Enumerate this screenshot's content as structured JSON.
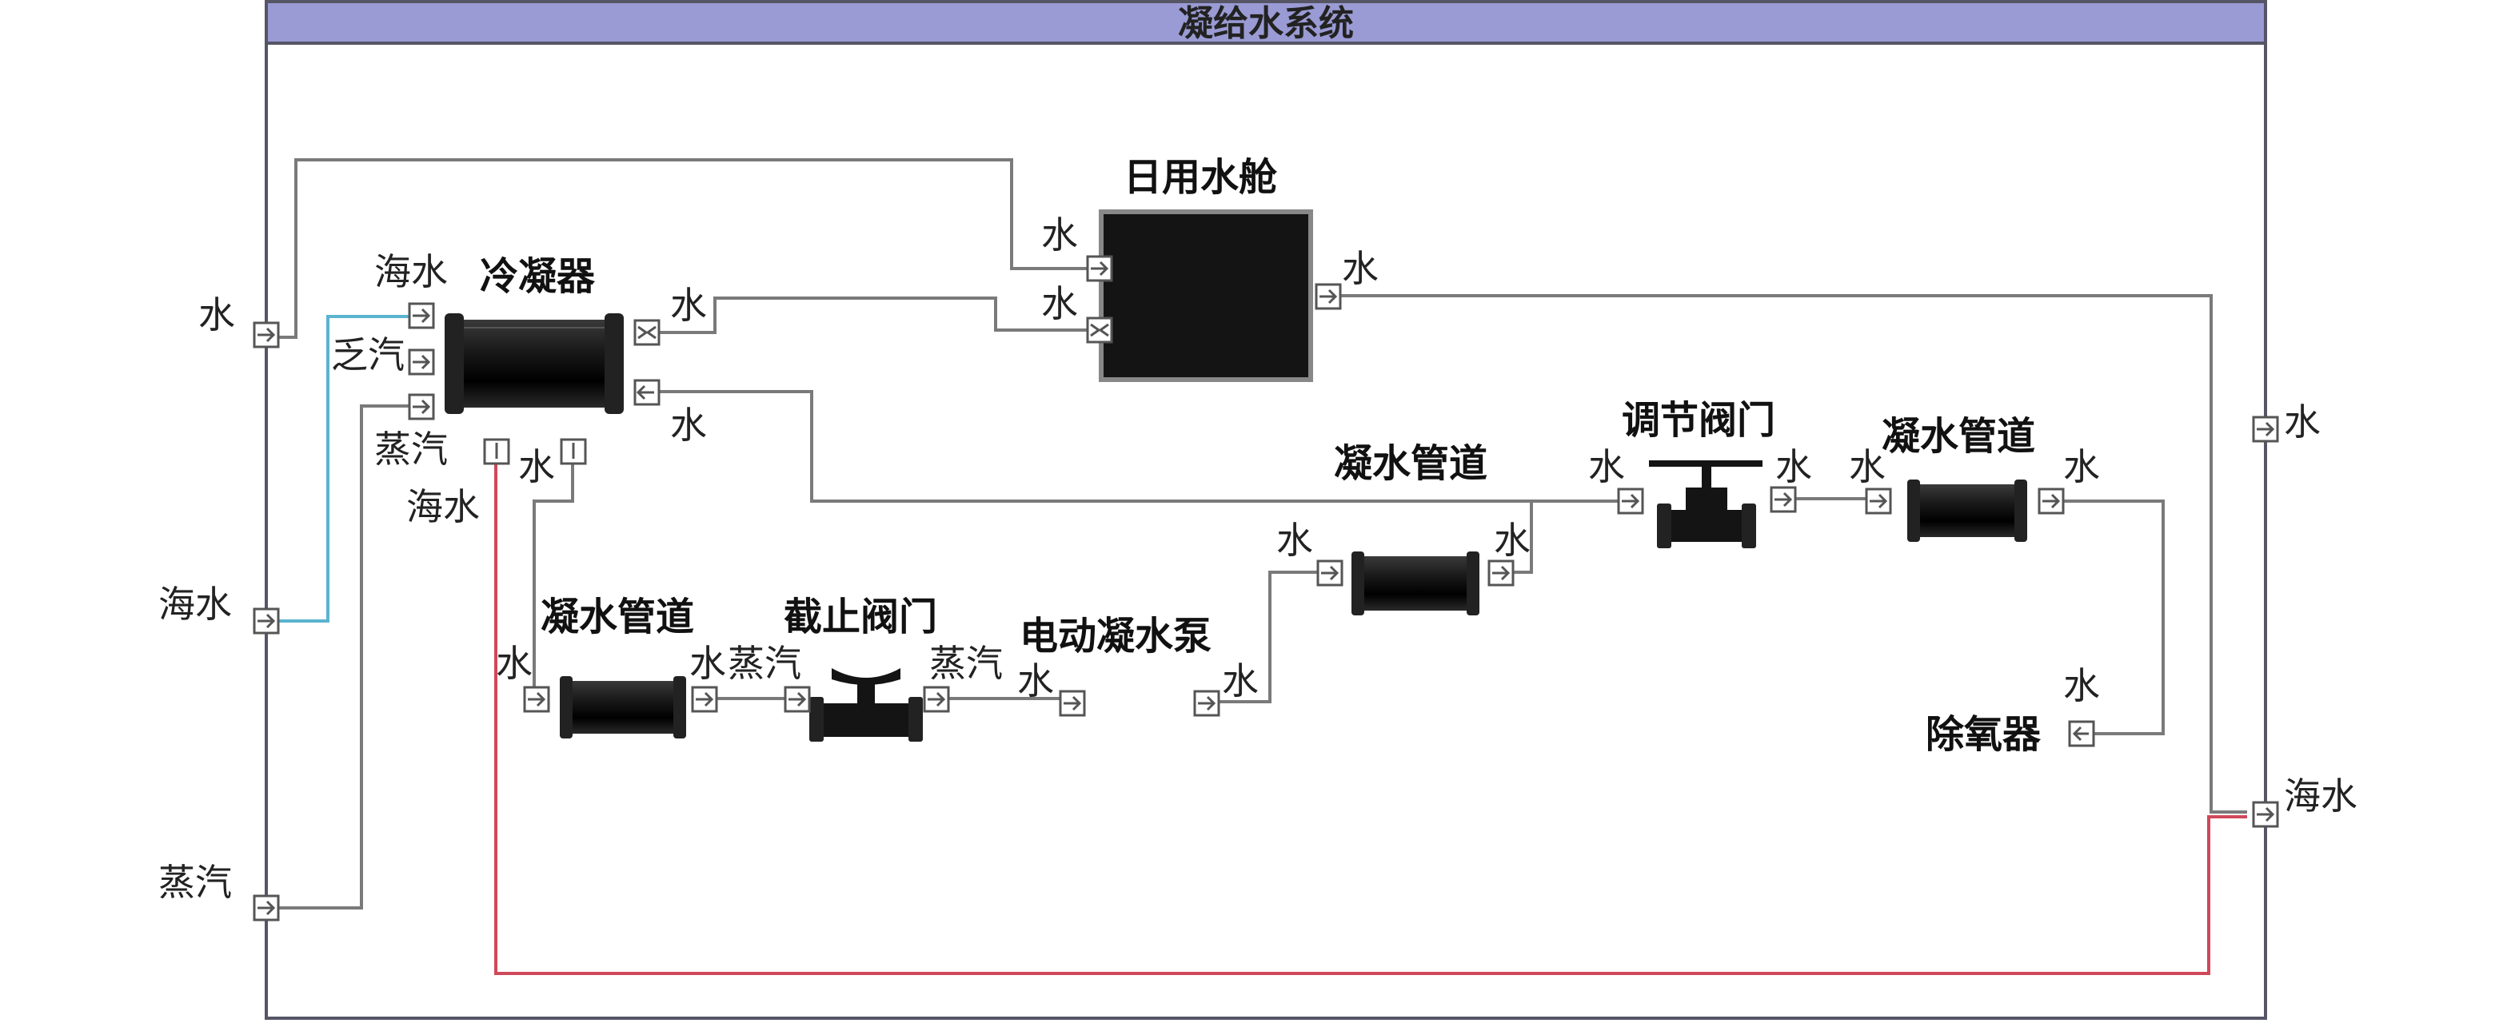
{
  "header": {
    "title": "凝给水系统"
  },
  "colors": {
    "header_bg": "#9a9ad4",
    "frame": "#555566",
    "pipe": "#7a7a7a",
    "seawater_in": "#5ab4d0",
    "seawater_out": "#d0485a",
    "component": "#141414"
  },
  "ports": {
    "system_water_in": "水",
    "system_seawater_in": "海水",
    "system_steam_in": "蒸汽",
    "system_water_out": "水",
    "system_seawater_out": "海水",
    "cond_seawater_in": "海水",
    "cond_exhaust_steam": "乏汽",
    "cond_steam": "蒸汽",
    "cond_seawater_out": "海水",
    "cond_water_bottom": "水",
    "cond_water_out1": "水",
    "cond_water_out2": "水",
    "tank_in1": "水",
    "tank_in2": "水",
    "tank_out": "水",
    "pipe1_in": "水",
    "pipe1_out": "水",
    "stopvalve_in": "蒸汽",
    "stopvalve_out": "蒸汽",
    "pump_in": "水",
    "pump_out": "水",
    "pipe2_in": "水",
    "pipe2_out": "水",
    "regvalve_in": "水",
    "regvalve_out": "水",
    "pipe3_in": "水",
    "pipe3_out": "水",
    "deaerator_in": "水"
  },
  "components": {
    "condenser": "冷凝器",
    "daily_tank": "日用水舱",
    "pipe1": "凝水管道",
    "stop_valve": "截止阀门",
    "pump": "电动凝水泵",
    "pipe2": "凝水管道",
    "reg_valve": "调节阀门",
    "pipe3": "凝水管道",
    "deaerator": "除氧器"
  }
}
